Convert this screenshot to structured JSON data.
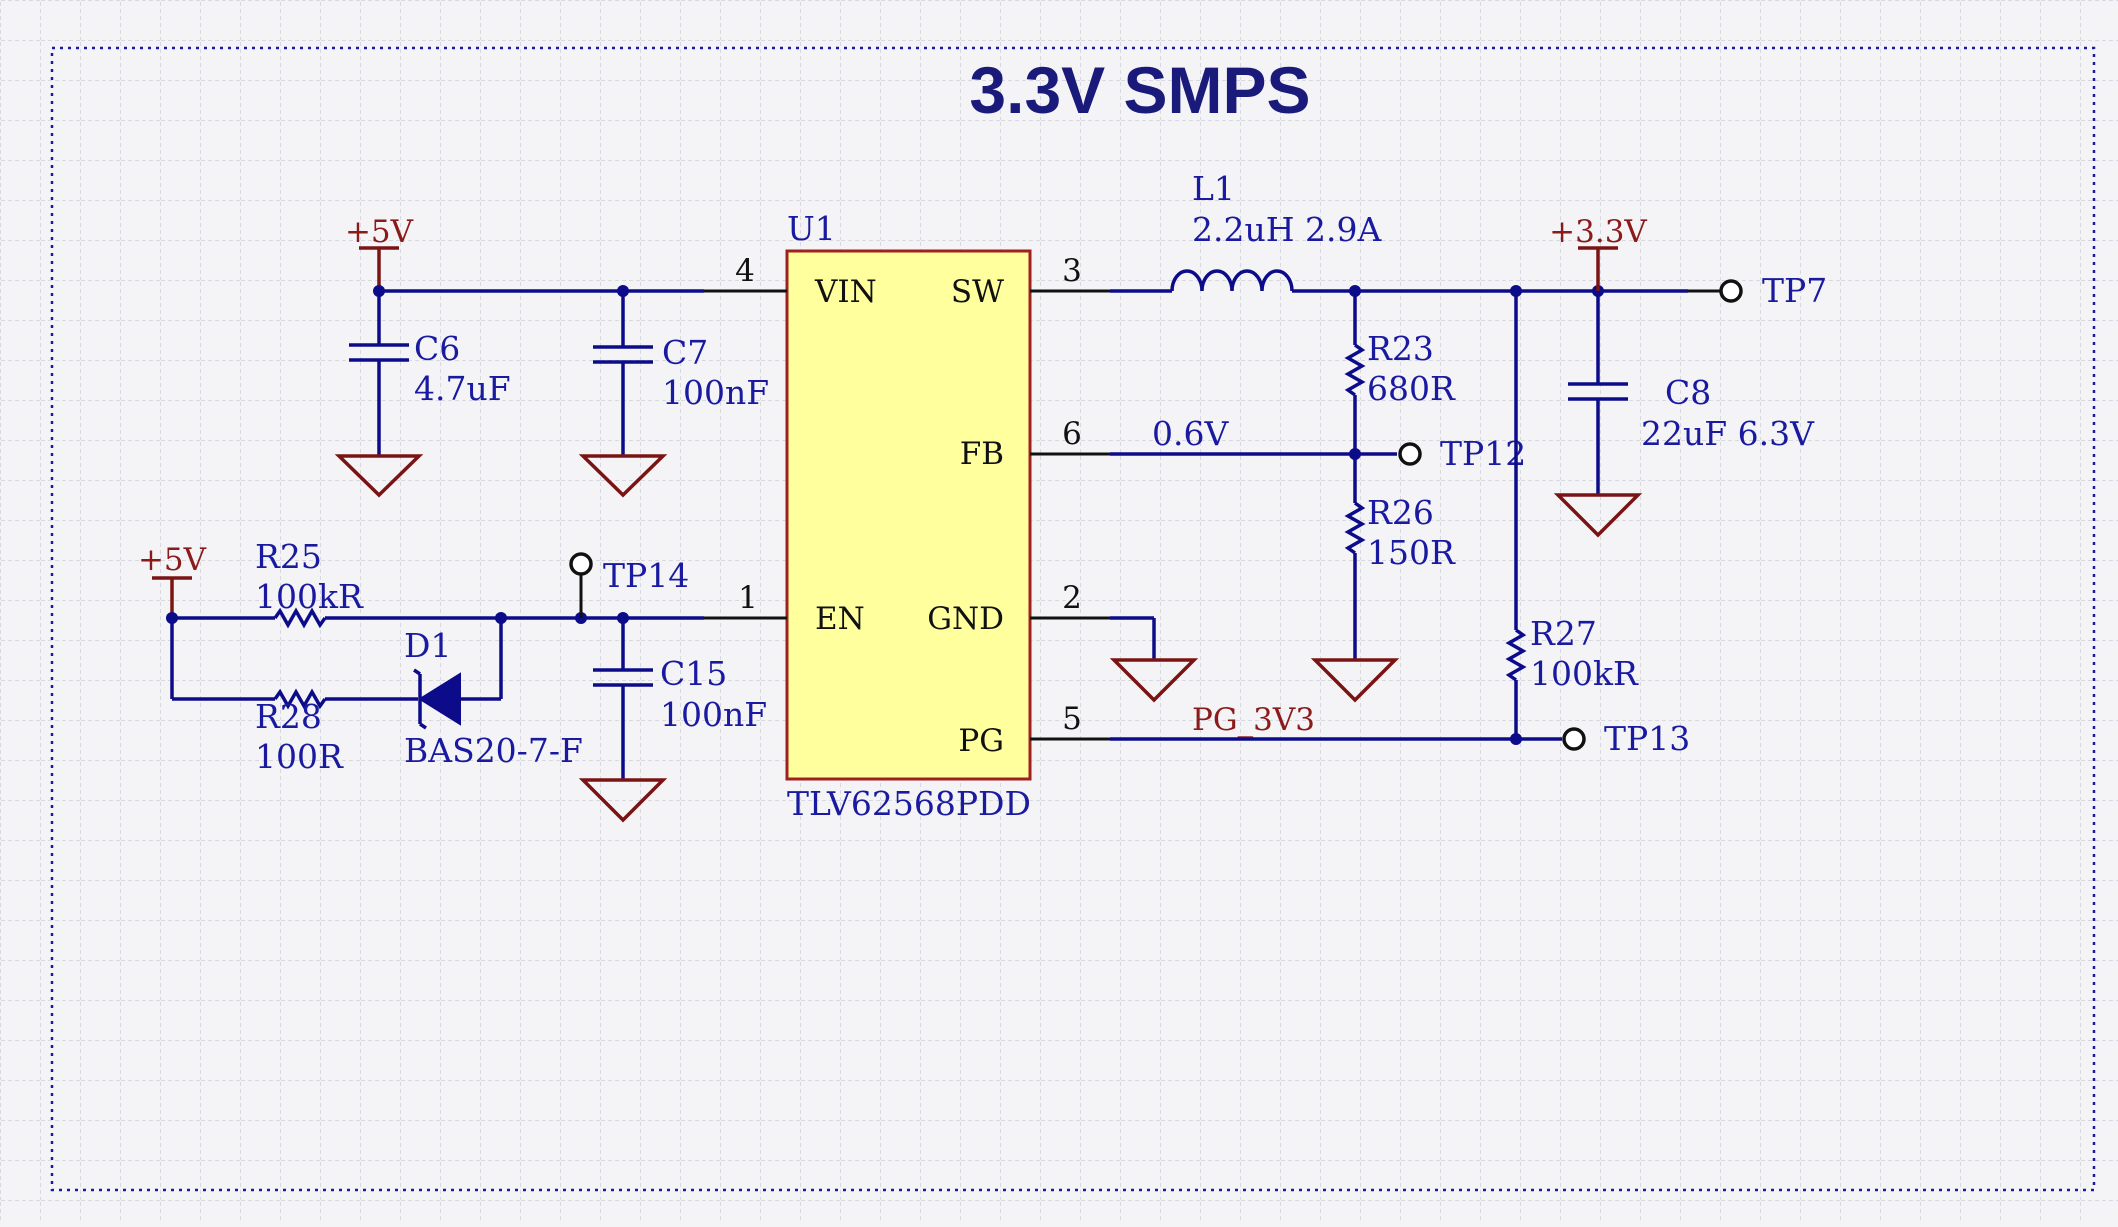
{
  "title": "3.3V SMPS",
  "colors": {
    "wire": "#0c0c8a",
    "power": "#7a1414",
    "ic_fill": "#ffff9e",
    "ic_border": "#a02020",
    "title": "#1a1a7a",
    "label": "#1a1aa0",
    "border": "#1a1aa0"
  },
  "u1": {
    "ref": "U1",
    "part": "TLV62568PDD",
    "pins": {
      "vin": "VIN",
      "vin_num": "4",
      "sw": "SW",
      "sw_num": "3",
      "fb": "FB",
      "fb_num": "6",
      "en": "EN",
      "en_num": "1",
      "gnd": "GND",
      "gnd_num": "2",
      "pg": "PG",
      "pg_num": "5"
    }
  },
  "power_ports": {
    "p5v_a": "+5V",
    "p5v_b": "+5V",
    "p3v3": "+3.3V"
  },
  "inductor": {
    "ref": "L1",
    "value": "2.2uH 2.9A"
  },
  "capacitors": {
    "c6": {
      "ref": "C6",
      "value": "4.7uF"
    },
    "c7": {
      "ref": "C7",
      "value": "100nF"
    },
    "c8": {
      "ref": "C8",
      "value": "22uF 6.3V"
    },
    "c15": {
      "ref": "C15",
      "value": "100nF"
    }
  },
  "resistors": {
    "r23": {
      "ref": "R23",
      "value": "680R"
    },
    "r26": {
      "ref": "R26",
      "value": "150R"
    },
    "r27": {
      "ref": "R27",
      "value": "100kR"
    },
    "r25": {
      "ref": "R25",
      "value": "100kR"
    },
    "r28": {
      "ref": "R28",
      "value": "100R"
    }
  },
  "diode": {
    "ref": "D1",
    "value": "BAS20-7-F"
  },
  "test_points": {
    "tp7": "TP7",
    "tp12": "TP12",
    "tp13": "TP13",
    "tp14": "TP14"
  },
  "nets": {
    "fb_voltage": "0.6V",
    "pg": "PG_3V3"
  }
}
